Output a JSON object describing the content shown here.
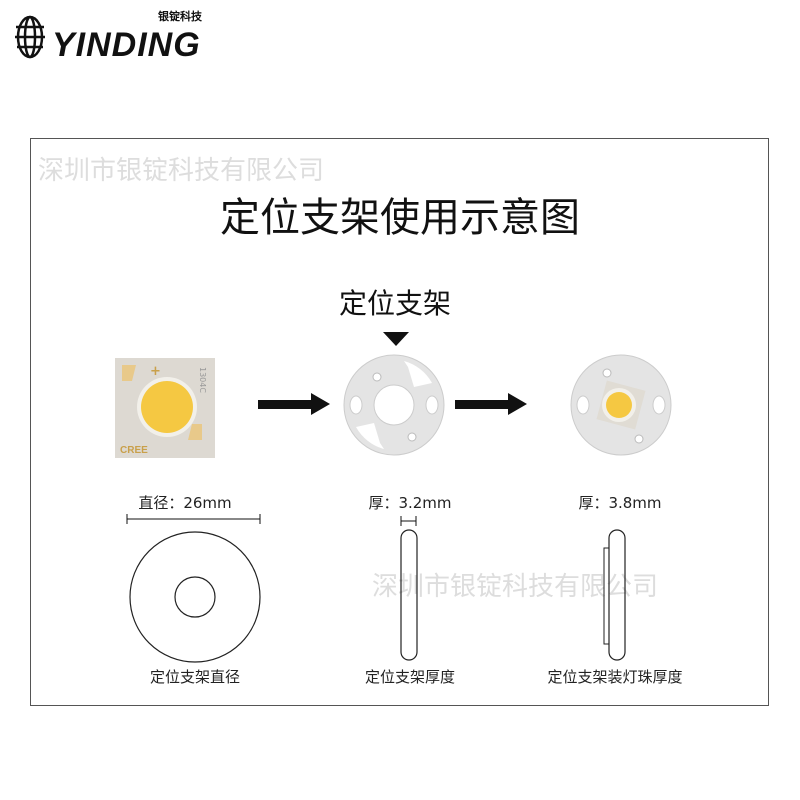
{
  "logo": {
    "brand": "YINDING",
    "cn": "银锭科技"
  },
  "watermark": "深圳市银锭科技有限公司",
  "title": "定位支架使用示意图",
  "subtitle": "定位支架",
  "chip": {
    "brand": "CREE",
    "code": "1304C",
    "plus": "+"
  },
  "dimensions": {
    "diameter": "直径：26mm",
    "thickness": "厚：3.2mm",
    "thickness_with_led": "厚：3.8mm"
  },
  "captions": {
    "diameter": "定位支架直径",
    "thickness": "定位支架厚度",
    "thickness_with_led": "定位支架装灯珠厚度"
  },
  "colors": {
    "led": "#f5c842",
    "holder": "#e6e6e6",
    "chip_pad": "#e8c98a"
  }
}
